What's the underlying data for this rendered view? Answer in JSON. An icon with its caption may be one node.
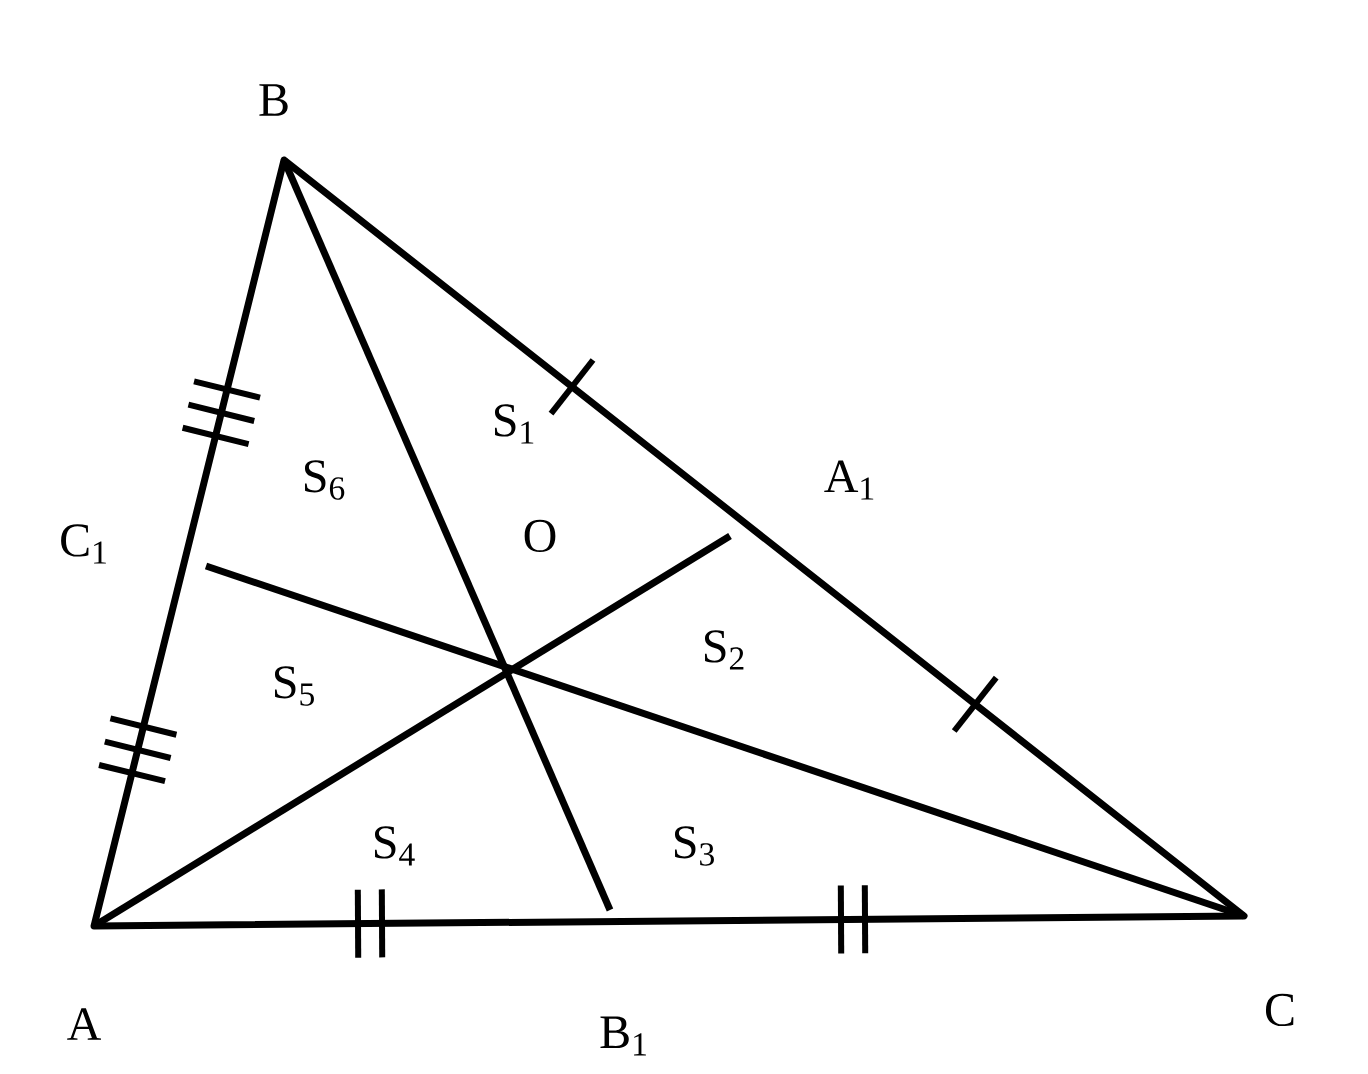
{
  "diagram": {
    "labels": [
      "B",
      "S$_{6}$",
      "S$_{1}$",
      "A$_{1}$",
      "C$_{1}$",
      "O",
      "S$_{5}$",
      "S$_{2}$",
      "S$_{4}$",
      "S$_{3}$",
      "A",
      "B$_{1}$",
      "C"
    ]
  }
}
